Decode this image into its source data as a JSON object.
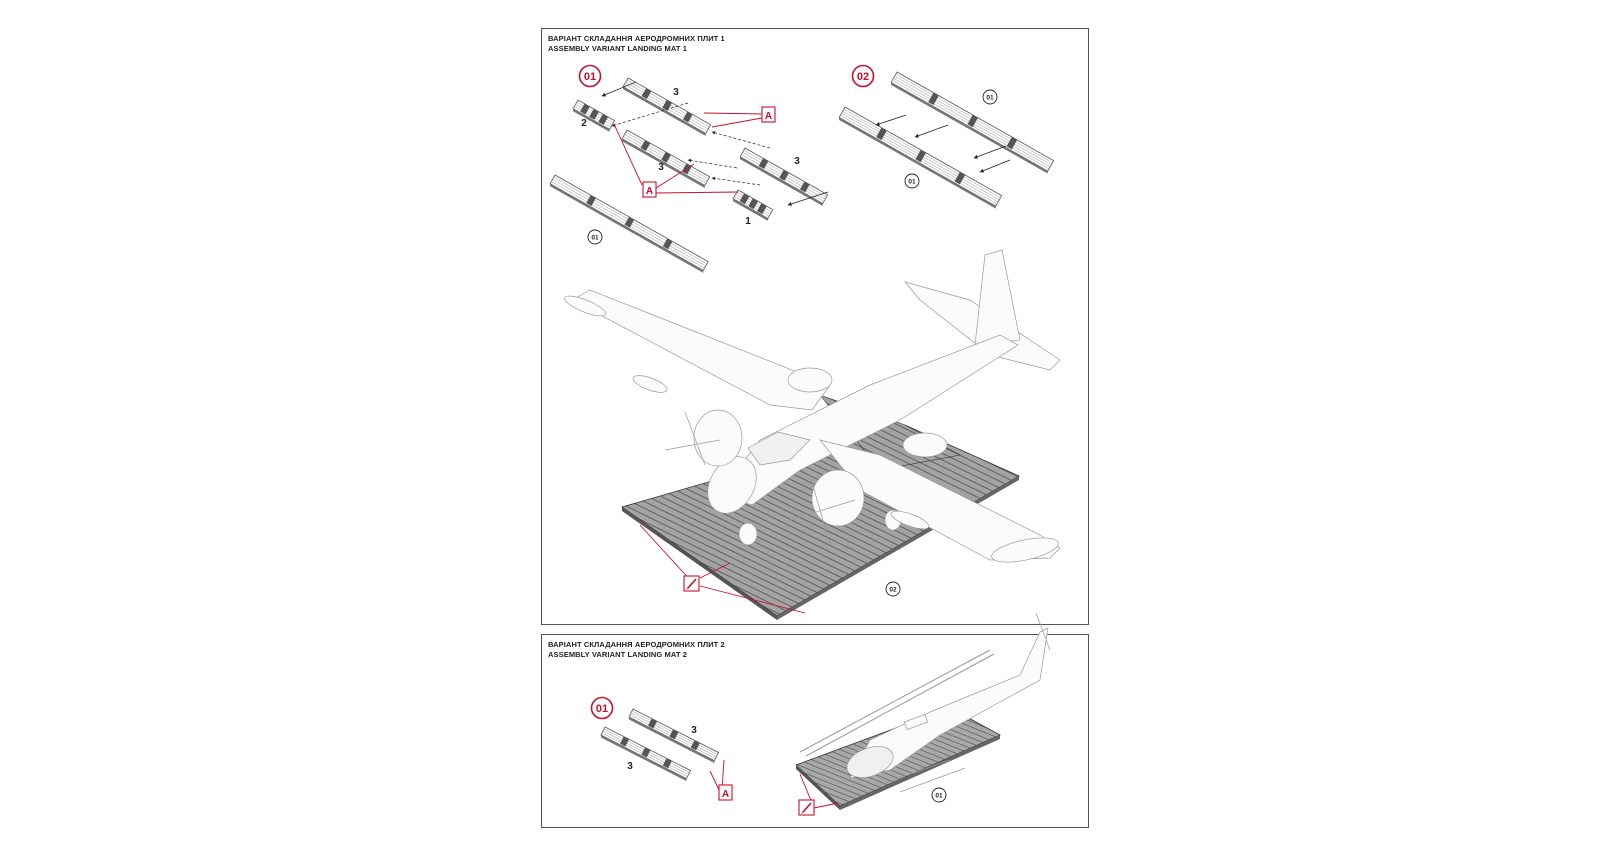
{
  "panel1": {
    "title_uk": "ВАРІАНТ СКЛАДАННЯ АЕРОДРОМНИХ ПЛИТ 1",
    "title_en": "ASSEMBLY VARIANT LANDING MAT 1",
    "step_a": "01",
    "step_b": "02",
    "part_labels": [
      "3",
      "2",
      "3",
      "3",
      "1"
    ],
    "callout_letter": "A",
    "ref_labels": [
      "01",
      "01",
      "01",
      "02"
    ]
  },
  "panel2": {
    "title_uk": "ВАРІАНТ СКЛАДАННЯ АЕРОДРОМНИХ ПЛИТ 2",
    "title_en": "ASSEMBLY VARIANT LANDING MAT 2",
    "step_a": "01",
    "part_labels": [
      "3",
      "3"
    ],
    "callout_letter": "A",
    "ref_labels": [
      "01"
    ]
  },
  "colors": {
    "accent": "#c8102e",
    "line": "#555555",
    "mat_fill": "#9a9a9a"
  },
  "icons": [
    "paint-brush-icon"
  ]
}
